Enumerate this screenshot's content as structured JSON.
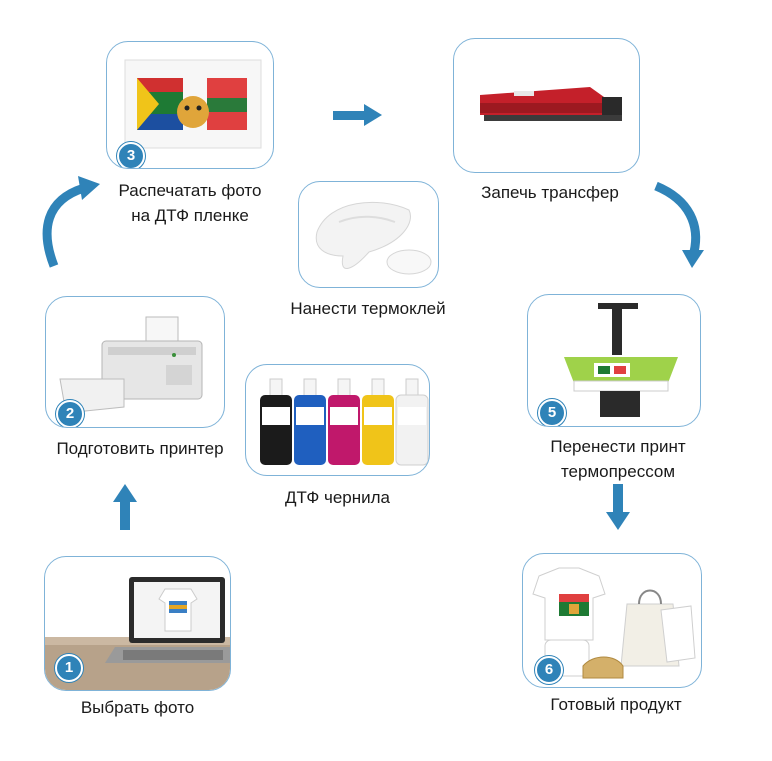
{
  "steps": {
    "select_photo": {
      "number": "1",
      "label": "Выбрать фото"
    },
    "prepare_printer": {
      "number": "2",
      "label": "Подготовить принтер"
    },
    "print_photo": {
      "number": "3",
      "label_line1": "Распечатать фото",
      "label_line2": "на ДТФ пленке"
    },
    "bake_transfer": {
      "label": "Запечь трансфер"
    },
    "press_print": {
      "number": "5",
      "label_line1": "Перенести принт",
      "label_line2": "термопрессом"
    },
    "finished": {
      "number": "6",
      "label": "Готовый продукт"
    }
  },
  "extras": {
    "dtf_ink": {
      "label": "ДТФ чернила"
    },
    "hotmelt": {
      "label": "Нанести термоклей"
    }
  },
  "colors": {
    "accent": "#2f83b8",
    "card_border": "#7fb3d8",
    "ink_colors": [
      "#1b1b1b",
      "#1f5fbf",
      "#c0186b",
      "#f0c419",
      "#f2f2f2"
    ]
  },
  "icons": [
    "laptop-icon",
    "printer-icon",
    "ink-bottles-icon",
    "film-print-icon",
    "hotmelt-powder-icon",
    "oven-icon",
    "heat-press-icon",
    "products-icon"
  ]
}
